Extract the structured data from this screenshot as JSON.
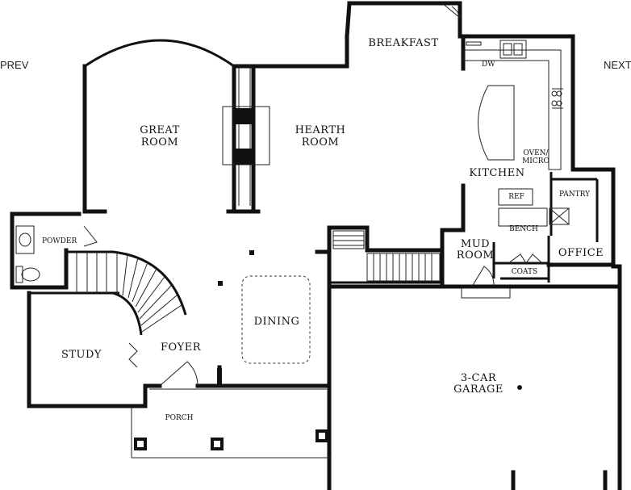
{
  "nav": {
    "prev": "PREV",
    "next": "NEXT"
  },
  "rooms": {
    "breakfast": "BREAKFAST",
    "great_room": [
      "GREAT",
      "ROOM"
    ],
    "hearth_room": [
      "HEARTH",
      "ROOM"
    ],
    "kitchen": "KITCHEN",
    "mud_room": [
      "MUD",
      "ROOM"
    ],
    "office": "OFFICE",
    "dining": "DINING",
    "foyer": "FOYER",
    "study": "STUDY",
    "garage": [
      "3-CAR",
      "GARAGE"
    ]
  },
  "labels": {
    "dw": "DW",
    "oven_micro": [
      "OVEN/",
      "MICRO"
    ],
    "pantry": "PANTRY",
    "ref": "REF",
    "bench": "BENCH",
    "coats": "COATS",
    "powder": "POWDER",
    "porch": "PORCH"
  }
}
